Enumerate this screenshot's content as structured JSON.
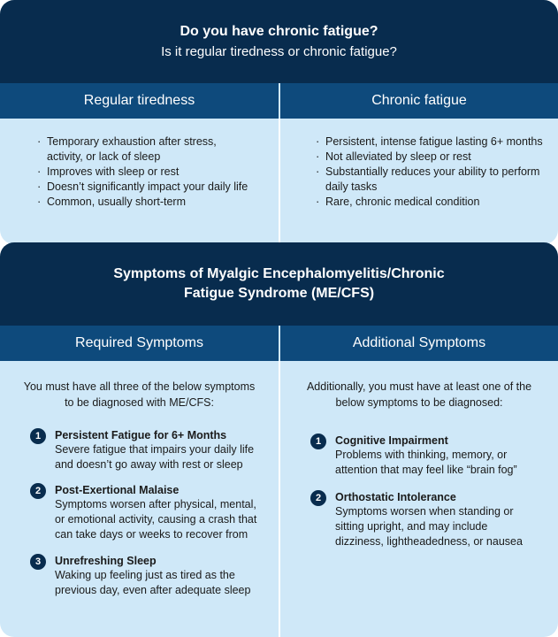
{
  "section1": {
    "title": "Do you have chronic fatigue?",
    "subtitle": "Is it regular tiredness or chronic fatigue?",
    "left": {
      "heading": "Regular tiredness",
      "bullets": [
        "Temporary exhaustion after stress, activity, or lack of sleep",
        "Improves with sleep or rest",
        "Doesn’t significantly impact your daily life",
        "Common, usually short-term"
      ]
    },
    "right": {
      "heading": "Chronic fatigue",
      "bullets": [
        "Persistent, intense fatigue lasting 6+ months",
        "Not alleviated by sleep or rest",
        "Substantially reduces your ability to perform daily tasks",
        "Rare, chronic medical condition"
      ]
    }
  },
  "section2": {
    "title": "Symptoms of Myalgic Encephalomyelitis/Chronic Fatigue Syndrome (ME/CFS)",
    "left": {
      "heading": "Required Symptoms",
      "intro": "You must have all three of the below symptoms to be diagnosed with ME/CFS:",
      "symptoms": [
        {
          "num": "1",
          "title": "Persistent Fatigue for 6+ Months",
          "desc": "Severe fatigue that impairs your daily life and doesn’t go away with rest or sleep"
        },
        {
          "num": "2",
          "title": "Post-Exertional Malaise",
          "desc": "Symptoms worsen after physical, mental, or emotional activity, causing a crash that can take days or weeks to recover from"
        },
        {
          "num": "3",
          "title": "Unrefreshing Sleep",
          "desc": "Waking up feeling just as tired as the previous day, even after adequate sleep"
        }
      ]
    },
    "right": {
      "heading": "Additional Symptoms",
      "intro": "Additionally, you must have at least one of the below symptoms to be diagnosed:",
      "symptoms": [
        {
          "num": "1",
          "title": "Cognitive Impairment",
          "desc": "Problems with thinking, memory, or attention that may feel like “brain fog”"
        },
        {
          "num": "2",
          "title": "Orthostatic Intolerance",
          "desc": "Symptoms worsen when standing or sitting upright, and may include dizziness, lightheadedness, or nausea"
        }
      ]
    }
  },
  "colors": {
    "dark_navy": "#082c4e",
    "column_header_blue": "#0e4a7c",
    "panel_light_blue": "#cfe8f8"
  }
}
